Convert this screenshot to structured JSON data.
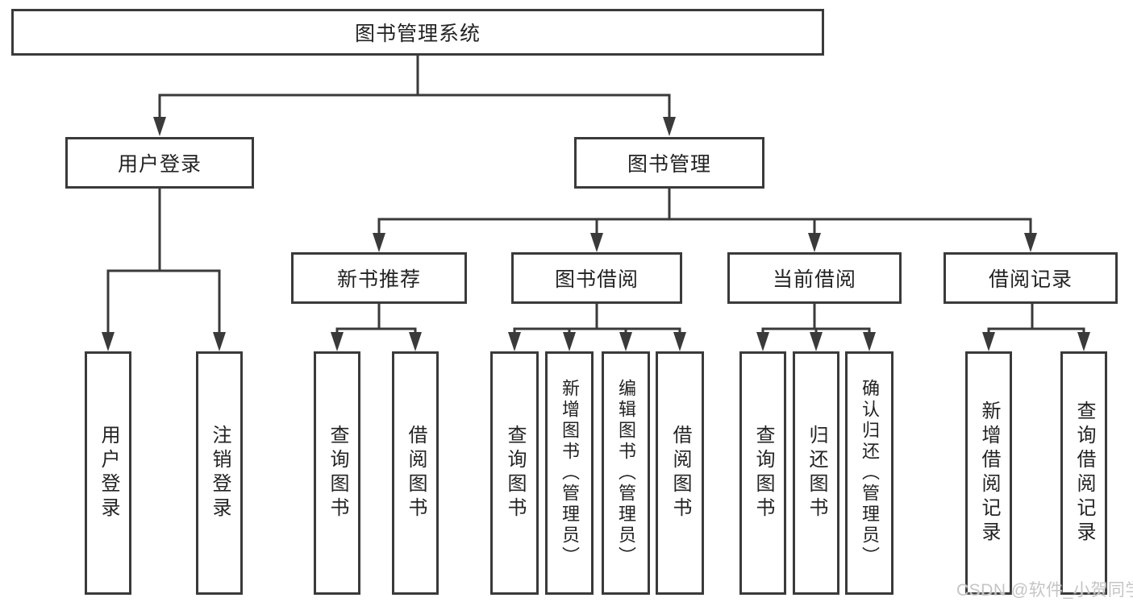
{
  "tree": {
    "root": {
      "label": "图书管理系统"
    },
    "branches": [
      {
        "label": "用户登录",
        "children": [
          {
            "label": "用户登录"
          },
          {
            "label": "注销登录"
          }
        ]
      },
      {
        "label": "图书管理",
        "children": [
          {
            "label": "新书推荐",
            "children": [
              {
                "label": "查询图书"
              },
              {
                "label": "借阅图书"
              }
            ]
          },
          {
            "label": "图书借阅",
            "children": [
              {
                "label": "查询图书"
              },
              {
                "label": "新增图书（管理员）"
              },
              {
                "label": "编辑图书（管理员）"
              },
              {
                "label": "借阅图书"
              }
            ]
          },
          {
            "label": "当前借阅",
            "children": [
              {
                "label": "查询图书"
              },
              {
                "label": "归还图书"
              },
              {
                "label": "确认归还（管理员）"
              }
            ]
          },
          {
            "label": "借阅记录",
            "children": [
              {
                "label": "新增借阅记录"
              },
              {
                "label": "查询借阅记录"
              }
            ]
          }
        ]
      }
    ]
  },
  "watermark": "CSDN @软件_小贺同学",
  "colors": {
    "line": "#3a3a3a",
    "box_border": "#3a3a3a",
    "text": "#232323",
    "background": "#ffffff",
    "watermark": "#c5c5c5"
  }
}
